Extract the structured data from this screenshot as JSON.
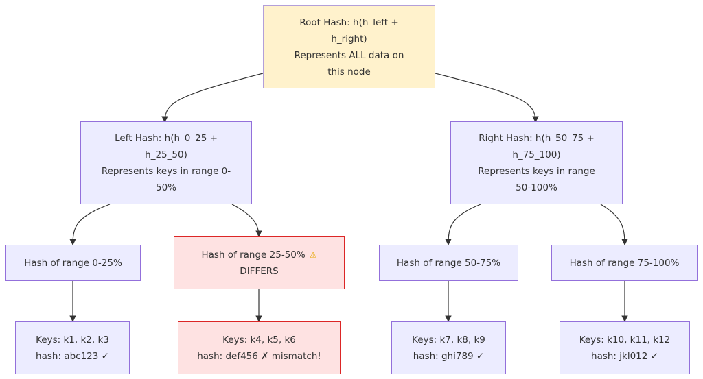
{
  "diagram": {
    "type": "flowchart-tree",
    "nodes": {
      "root": {
        "lines": [
          "Root Hash: h(h_left +",
          "h_right)",
          "Represents ALL data on",
          "this node"
        ],
        "fill": "#fff2cc"
      },
      "left": {
        "lines": [
          "Left Hash: h(h_0_25 +",
          "h_25_50)",
          "Represents keys in range 0-",
          "50%"
        ]
      },
      "right": {
        "lines": [
          "Right Hash: h(h_50_75 +",
          "h_75_100)",
          "Represents keys in range",
          "50-100%"
        ]
      },
      "range_0_25": {
        "lines": [
          "Hash of range 0-25%"
        ]
      },
      "range_25_50": {
        "lines": [
          "Hash of range 25-50%",
          "DIFFERS"
        ],
        "icon": "warning-icon",
        "icon_glyph": "⚠",
        "fill": "#fee2e2",
        "stroke": "#dc2626"
      },
      "range_50_75": {
        "lines": [
          "Hash of range 50-75%"
        ]
      },
      "range_75_100": {
        "lines": [
          "Hash of range 75-100%"
        ]
      },
      "keys_1_3": {
        "lines": [
          "Keys: k1, k2, k3",
          "hash: abc123 ✓"
        ]
      },
      "keys_4_6": {
        "lines": [
          "Keys: k4, k5, k6",
          "hash: def456 ✗ mismatch!"
        ],
        "fill": "#fee2e2",
        "stroke": "#dc2626"
      },
      "keys_7_9": {
        "lines": [
          "Keys: k7, k8, k9",
          "hash: ghi789 ✓"
        ]
      },
      "keys_10_12": {
        "lines": [
          "Keys: k10, k11, k12",
          "hash: jkl012 ✓"
        ]
      }
    },
    "edges": [
      {
        "from": "root",
        "to": "left"
      },
      {
        "from": "root",
        "to": "right"
      },
      {
        "from": "left",
        "to": "range_0_25"
      },
      {
        "from": "left",
        "to": "range_25_50"
      },
      {
        "from": "right",
        "to": "range_50_75"
      },
      {
        "from": "right",
        "to": "range_75_100"
      },
      {
        "from": "range_0_25",
        "to": "keys_1_3"
      },
      {
        "from": "range_25_50",
        "to": "keys_4_6"
      },
      {
        "from": "range_50_75",
        "to": "keys_7_9"
      },
      {
        "from": "range_75_100",
        "to": "keys_10_12"
      }
    ],
    "colors": {
      "node_fill": "#ececff",
      "node_stroke": "#9370db",
      "root_fill": "#fff2cc",
      "diff_fill": "#fee2e2",
      "diff_stroke": "#dc2626",
      "edge": "#333333"
    }
  }
}
